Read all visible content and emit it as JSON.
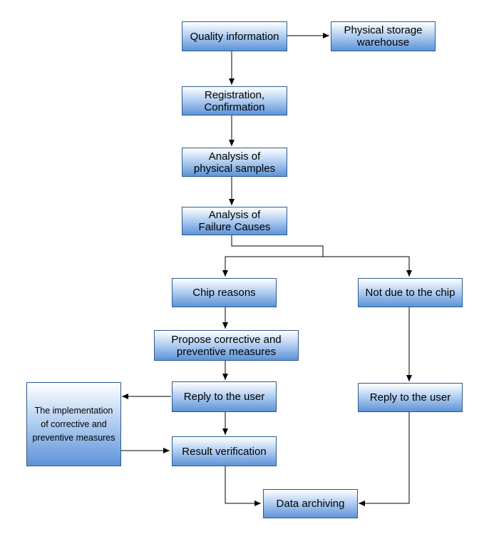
{
  "nodes": {
    "quality_information": "Quality information",
    "physical_storage_warehouse": "Physical storage\nwarehouse",
    "registration_confirmation": "Registration,\nConfirmation",
    "analysis_physical_samples": "Analysis of\nphysical samples",
    "analysis_failure_causes": "Analysis of\nFailure Causes",
    "chip_reasons": "Chip reasons",
    "not_due_to_chip": "Not due to the chip",
    "propose_measures": "Propose corrective and\npreventive measures",
    "reply_user_left": "Reply to the user",
    "reply_user_right": "Reply to the user",
    "implementation_measures": "The implementation\nof corrective and\npreventive measures",
    "result_verification": "Result verification",
    "data_archiving": "Data archiving"
  }
}
